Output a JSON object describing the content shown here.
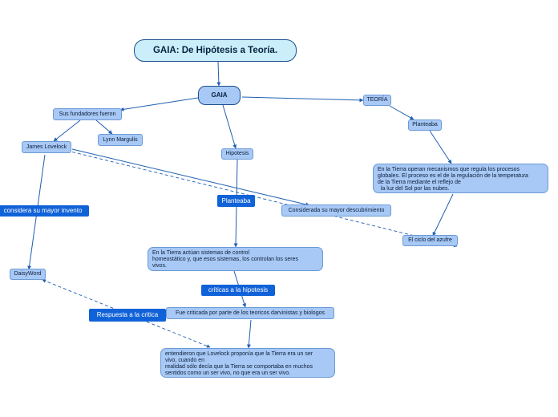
{
  "title": "GAIA: De Hipótesis a Teoría.",
  "gaia": "GAIA",
  "fundadores": "Sus fundadores fueron",
  "lovelock": "James Lovelock",
  "margulis": "Lynn Margulis",
  "hipotesis": "Hipotesis",
  "teoria": "TEORÍA",
  "planteaba_right": "Planteaba",
  "teoria_text": [
    "En la Tierra operan mecanismos que regula los procesos",
    "globales. El proceso es el de la regulación de la temperatura",
    "de la Tierra mediante el reflejo de",
    "  la luz del Sol por las nubes."
  ],
  "considera": "considera su mayor invento",
  "planteaba_mid": "Planteaba",
  "descubrimiento": "Considerada su mayor descubrimiento",
  "azufre": "El ciclo del azufre",
  "tierra_text": [
    "En la Tierra actúan sistemas de control",
    "homeostático y, que esos sistemas, los controlan los seres",
    "vivos."
  ],
  "daisyworld": "DaisyWord",
  "criticas": "críticas a la hipotesis",
  "respuesta": "Respuesta a la critica",
  "criticada": "Fue criticada por parte de los teoricos darvinistas y biologos",
  "entendieron_text": [
    "entendieron que Lovelock proponía que la Tierra era un ser",
    "vivo, cuando en",
    "realidad sólo decía que la Tierra se comportaba en muchos",
    "sentidos como un ser vivo, no que era un ser vivo."
  ],
  "colors": {
    "edge": "#1f5fb0",
    "node_fill": "#a8c8f5",
    "dark_fill": "#1062d8",
    "title_fill": "#cbeefb"
  }
}
